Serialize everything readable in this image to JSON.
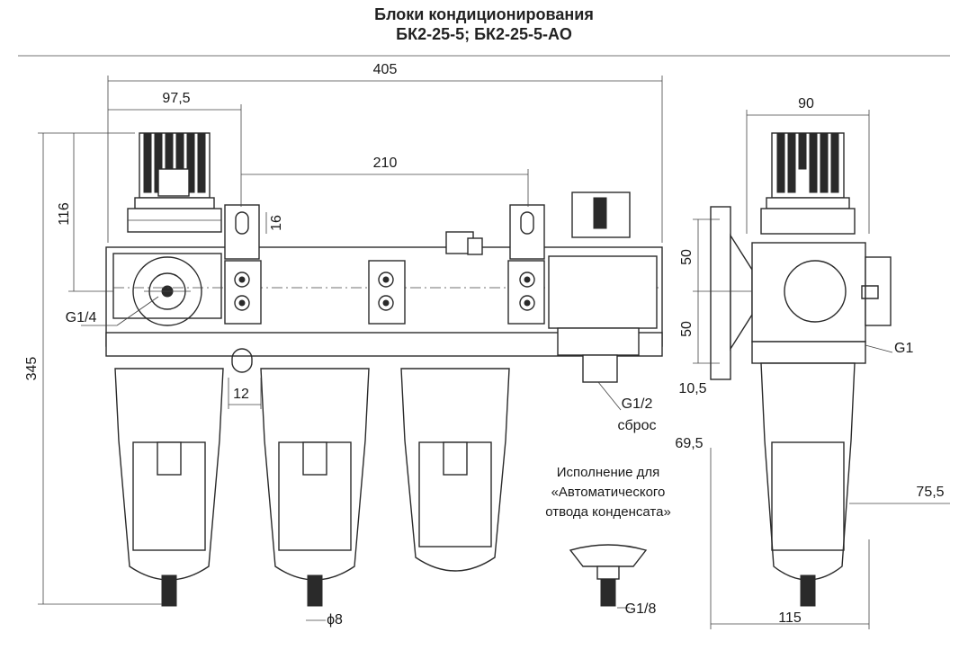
{
  "title": {
    "line1": "Блоки кондиционирования",
    "line2": "БК2-25-5; БК2-25-5-АО"
  },
  "dimensions": {
    "overall_width": "405",
    "left_offset": "97,5",
    "mount_spacing": "210",
    "height_upper": "116",
    "slot": "16",
    "overall_height": "345",
    "gap": "12",
    "port_left": "G1/4",
    "port_side": "G1",
    "drain_port": "G1/2",
    "drain_label": "сброс",
    "outlet_dia": "ϕ8",
    "side_width": "90",
    "side_bottom": "115",
    "side_50_top": "50",
    "side_50_bottom": "50",
    "side_10_5": "10,5",
    "side_69_5": "69,5",
    "side_75_5": "75,5",
    "auto_drain_thread": "G1/8"
  },
  "note": {
    "line1": "Исполнение для",
    "line2": "«Автоматического",
    "line3": "отвода конденсата»"
  }
}
